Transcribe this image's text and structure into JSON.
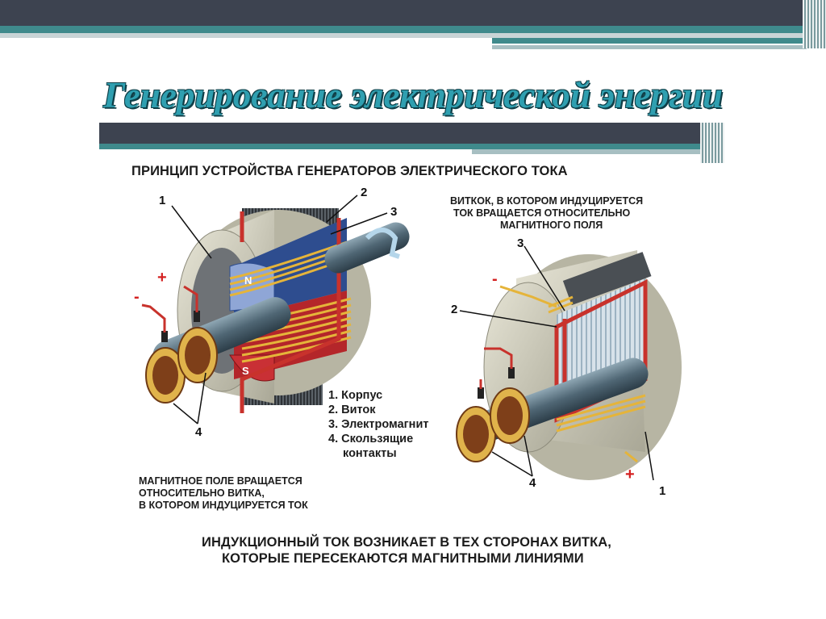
{
  "title": "Генерирование электрической энергии",
  "diagram": {
    "heading": "ПРИНЦИП УСТРОЙСТВА ГЕНЕРАТОРОВ ЭЛЕКТРИЧЕСКОГО ТОКА",
    "right_caption": [
      "ВИТКОК, В КОТОРОМ ИНДУЦИРУЕТСЯ",
      "ТОК ВРАЩАЕТСЯ ОТНОСИТЕЛЬНО",
      "МАГНИТНОГО ПОЛЯ"
    ],
    "legend": [
      "1. Корпус",
      "2. Виток",
      "3. Электромагнит",
      "4. Скользящие",
      "контакты"
    ],
    "left_caption": [
      "МАГНИТНОЕ ПОЛЕ ВРАЩАЕТСЯ",
      "ОТНОСИТЕЛЬНО ВИТКА,",
      "В КОТОРОМ ИНДУЦИРУЕТСЯ ТОК"
    ],
    "bottom_caption": [
      "ИНДУКЦИОННЫЙ ТОК ВОЗНИКАЕТ В ТЕХ СТОРОНАХ ВИТКА,",
      "КОТОРЫЕ ПЕРЕСЕКАЮТСЯ МАГНИТНЫМИ ЛИНИЯМИ"
    ],
    "magnet_n": "N",
    "magnet_s": "S",
    "left_labels": {
      "l1": "1",
      "l2": "2",
      "l3": "3",
      "l4": "4"
    },
    "right_labels": {
      "l1": "1",
      "l2": "2",
      "l3": "3",
      "l4": "4"
    },
    "plus": "+",
    "minus": "-"
  }
}
